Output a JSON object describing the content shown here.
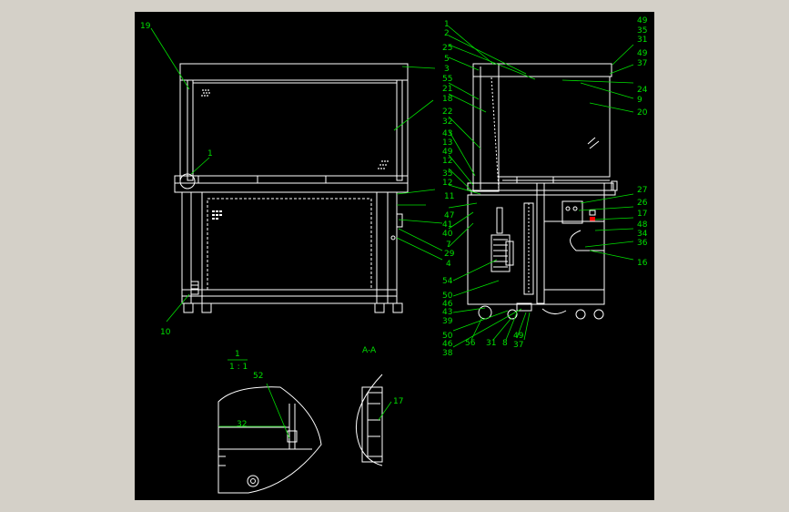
{
  "drawing": {
    "background": "#000000",
    "line_color": "#ffffff",
    "leader_color": "#00e000",
    "accent_color": "#ff0000"
  },
  "side_labels": {
    "right_top": [
      "49",
      "35",
      "31",
      "49",
      "37",
      "24",
      "9",
      "20"
    ],
    "right_mid": [
      "27",
      "26",
      "17",
      "48",
      "34",
      "36",
      "16"
    ],
    "center_col": [
      "1",
      "2",
      "25",
      "5",
      "3",
      "55",
      "21",
      "18",
      "22",
      "32",
      "43",
      "13",
      "49",
      "12",
      "35",
      "12",
      "11",
      "47",
      "41",
      "40",
      "7",
      "29",
      "4",
      "54",
      "50",
      "46",
      "43",
      "39",
      "50",
      "46",
      "38"
    ],
    "bottom_row": [
      "56",
      "31",
      "8",
      "49",
      "37"
    ]
  },
  "front_labels": {
    "top_left": "19",
    "inner": "1",
    "bottom_left": "10"
  },
  "detail": {
    "scale_top": "1",
    "scale_bottom": "1 : 1",
    "callout_52": "52",
    "dimension_32": "32",
    "section_title": "A-A",
    "callout_17": "17"
  }
}
